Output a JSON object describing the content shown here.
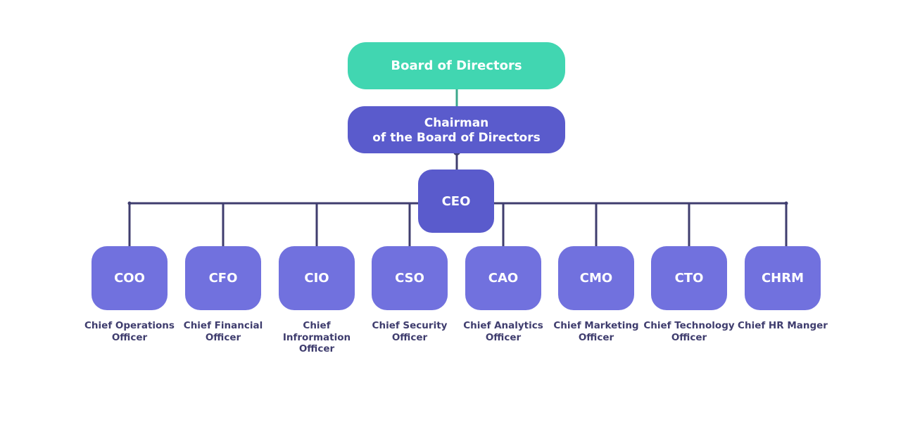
{
  "colors": {
    "board": "#41d6b1",
    "chairman": "#5a5bcc",
    "ceo": "#5a5bcc",
    "role": "#7171de",
    "connector": "#3f3d6e",
    "board_connector": "#3ca88c",
    "description_text": "#3f3d6e"
  },
  "board": {
    "label": "Board of Directors"
  },
  "chairman": {
    "line1": "Chairman",
    "line2": "of the Board of Directors"
  },
  "ceo": {
    "label": "CEO"
  },
  "roles": [
    {
      "abbr": "COO",
      "title": "Chief Operations Officer"
    },
    {
      "abbr": "CFO",
      "title": "Chief Financial Officer"
    },
    {
      "abbr": "CIO",
      "title": "Chief Infrormation Officer"
    },
    {
      "abbr": "CSO",
      "title": "Chief Security Officer"
    },
    {
      "abbr": "CAO",
      "title": "Chief Analytics Officer"
    },
    {
      "abbr": "CMO",
      "title": "Chief Marketing Officer"
    },
    {
      "abbr": "CTO",
      "title": "Chief Technology Officer"
    },
    {
      "abbr": "CHRM",
      "title": "Chief HR Manger"
    }
  ]
}
